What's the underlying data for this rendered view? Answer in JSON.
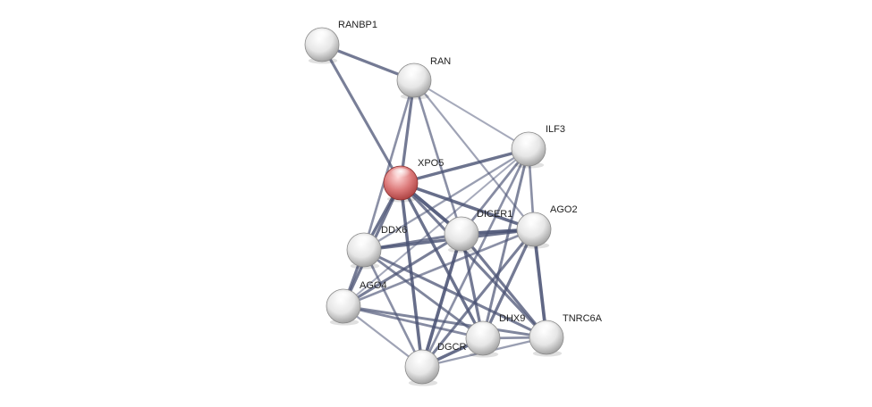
{
  "network": {
    "colors": {
      "edge": "#4a5274",
      "node_fill_light": "#ffffff",
      "node_fill_mid": "#e6e6e6",
      "node_fill_dark": "#9a9a9a",
      "query_fill_light": "#ffd8d8",
      "query_fill_mid": "#dc7a7a",
      "query_fill_dark": "#a83c3c",
      "label": "#222222"
    },
    "nodes": [
      {
        "id": "RANBP1",
        "label": "RANBP1",
        "query": false
      },
      {
        "id": "RAN",
        "label": "RAN",
        "query": false
      },
      {
        "id": "ILF3",
        "label": "ILF3",
        "query": false
      },
      {
        "id": "XPO5",
        "label": "XPO5",
        "query": true
      },
      {
        "id": "DICER1",
        "label": "DICER1",
        "query": false
      },
      {
        "id": "AGO2",
        "label": "AGO2",
        "query": false
      },
      {
        "id": "DDX6",
        "label": "DDX6",
        "query": false
      },
      {
        "id": "AGO4",
        "label": "AGO4",
        "query": false
      },
      {
        "id": "DHX9",
        "label": "DHX9",
        "query": false
      },
      {
        "id": "TNRC6A",
        "label": "TNRC6A",
        "query": false
      },
      {
        "id": "DGCR8",
        "label": "DGCR",
        "query": false
      }
    ],
    "edges": [
      {
        "a": "RANBP1",
        "b": "RAN",
        "strength": 0.75
      },
      {
        "a": "RANBP1",
        "b": "XPO5",
        "strength": 0.7
      },
      {
        "a": "RAN",
        "b": "XPO5",
        "strength": 0.75
      },
      {
        "a": "RAN",
        "b": "ILF3",
        "strength": 0.35
      },
      {
        "a": "RAN",
        "b": "DICER1",
        "strength": 0.55
      },
      {
        "a": "RAN",
        "b": "AGO2",
        "strength": 0.4
      },
      {
        "a": "RAN",
        "b": "DDX6",
        "strength": 0.55
      },
      {
        "a": "XPO5",
        "b": "ILF3",
        "strength": 0.8
      },
      {
        "a": "XPO5",
        "b": "DICER1",
        "strength": 0.95
      },
      {
        "a": "XPO5",
        "b": "AGO2",
        "strength": 0.85
      },
      {
        "a": "XPO5",
        "b": "DDX6",
        "strength": 0.8
      },
      {
        "a": "XPO5",
        "b": "AGO4",
        "strength": 0.75
      },
      {
        "a": "XPO5",
        "b": "DHX9",
        "strength": 0.8
      },
      {
        "a": "XPO5",
        "b": "TNRC6A",
        "strength": 0.7
      },
      {
        "a": "XPO5",
        "b": "DGCR8",
        "strength": 0.85
      },
      {
        "a": "ILF3",
        "b": "DICER1",
        "strength": 0.6
      },
      {
        "a": "ILF3",
        "b": "AGO2",
        "strength": 0.55
      },
      {
        "a": "ILF3",
        "b": "DDX6",
        "strength": 0.45
      },
      {
        "a": "ILF3",
        "b": "DHX9",
        "strength": 0.65
      },
      {
        "a": "ILF3",
        "b": "DGCR8",
        "strength": 0.55
      },
      {
        "a": "ILF3",
        "b": "AGO4",
        "strength": 0.35
      },
      {
        "a": "DICER1",
        "b": "AGO2",
        "strength": 0.95
      },
      {
        "a": "DICER1",
        "b": "DDX6",
        "strength": 0.7
      },
      {
        "a": "DICER1",
        "b": "AGO4",
        "strength": 0.7
      },
      {
        "a": "DICER1",
        "b": "DHX9",
        "strength": 0.75
      },
      {
        "a": "DICER1",
        "b": "TNRC6A",
        "strength": 0.75
      },
      {
        "a": "DICER1",
        "b": "DGCR8",
        "strength": 0.9
      },
      {
        "a": "AGO2",
        "b": "DDX6",
        "strength": 0.8
      },
      {
        "a": "AGO2",
        "b": "AGO4",
        "strength": 0.55
      },
      {
        "a": "AGO2",
        "b": "DHX9",
        "strength": 0.75
      },
      {
        "a": "AGO2",
        "b": "TNRC6A",
        "strength": 0.9
      },
      {
        "a": "AGO2",
        "b": "DGCR8",
        "strength": 0.7
      },
      {
        "a": "DDX6",
        "b": "AGO4",
        "strength": 0.75
      },
      {
        "a": "DDX6",
        "b": "DHX9",
        "strength": 0.65
      },
      {
        "a": "DDX6",
        "b": "TNRC6A",
        "strength": 0.7
      },
      {
        "a": "DDX6",
        "b": "DGCR8",
        "strength": 0.55
      },
      {
        "a": "AGO4",
        "b": "DHX9",
        "strength": 0.6
      },
      {
        "a": "AGO4",
        "b": "TNRC6A",
        "strength": 0.65
      },
      {
        "a": "AGO4",
        "b": "DGCR8",
        "strength": 0.4
      },
      {
        "a": "DHX9",
        "b": "TNRC6A",
        "strength": 0.55
      },
      {
        "a": "DHX9",
        "b": "DGCR8",
        "strength": 0.85
      },
      {
        "a": "TNRC6A",
        "b": "DGCR8",
        "strength": 0.45
      }
    ]
  }
}
